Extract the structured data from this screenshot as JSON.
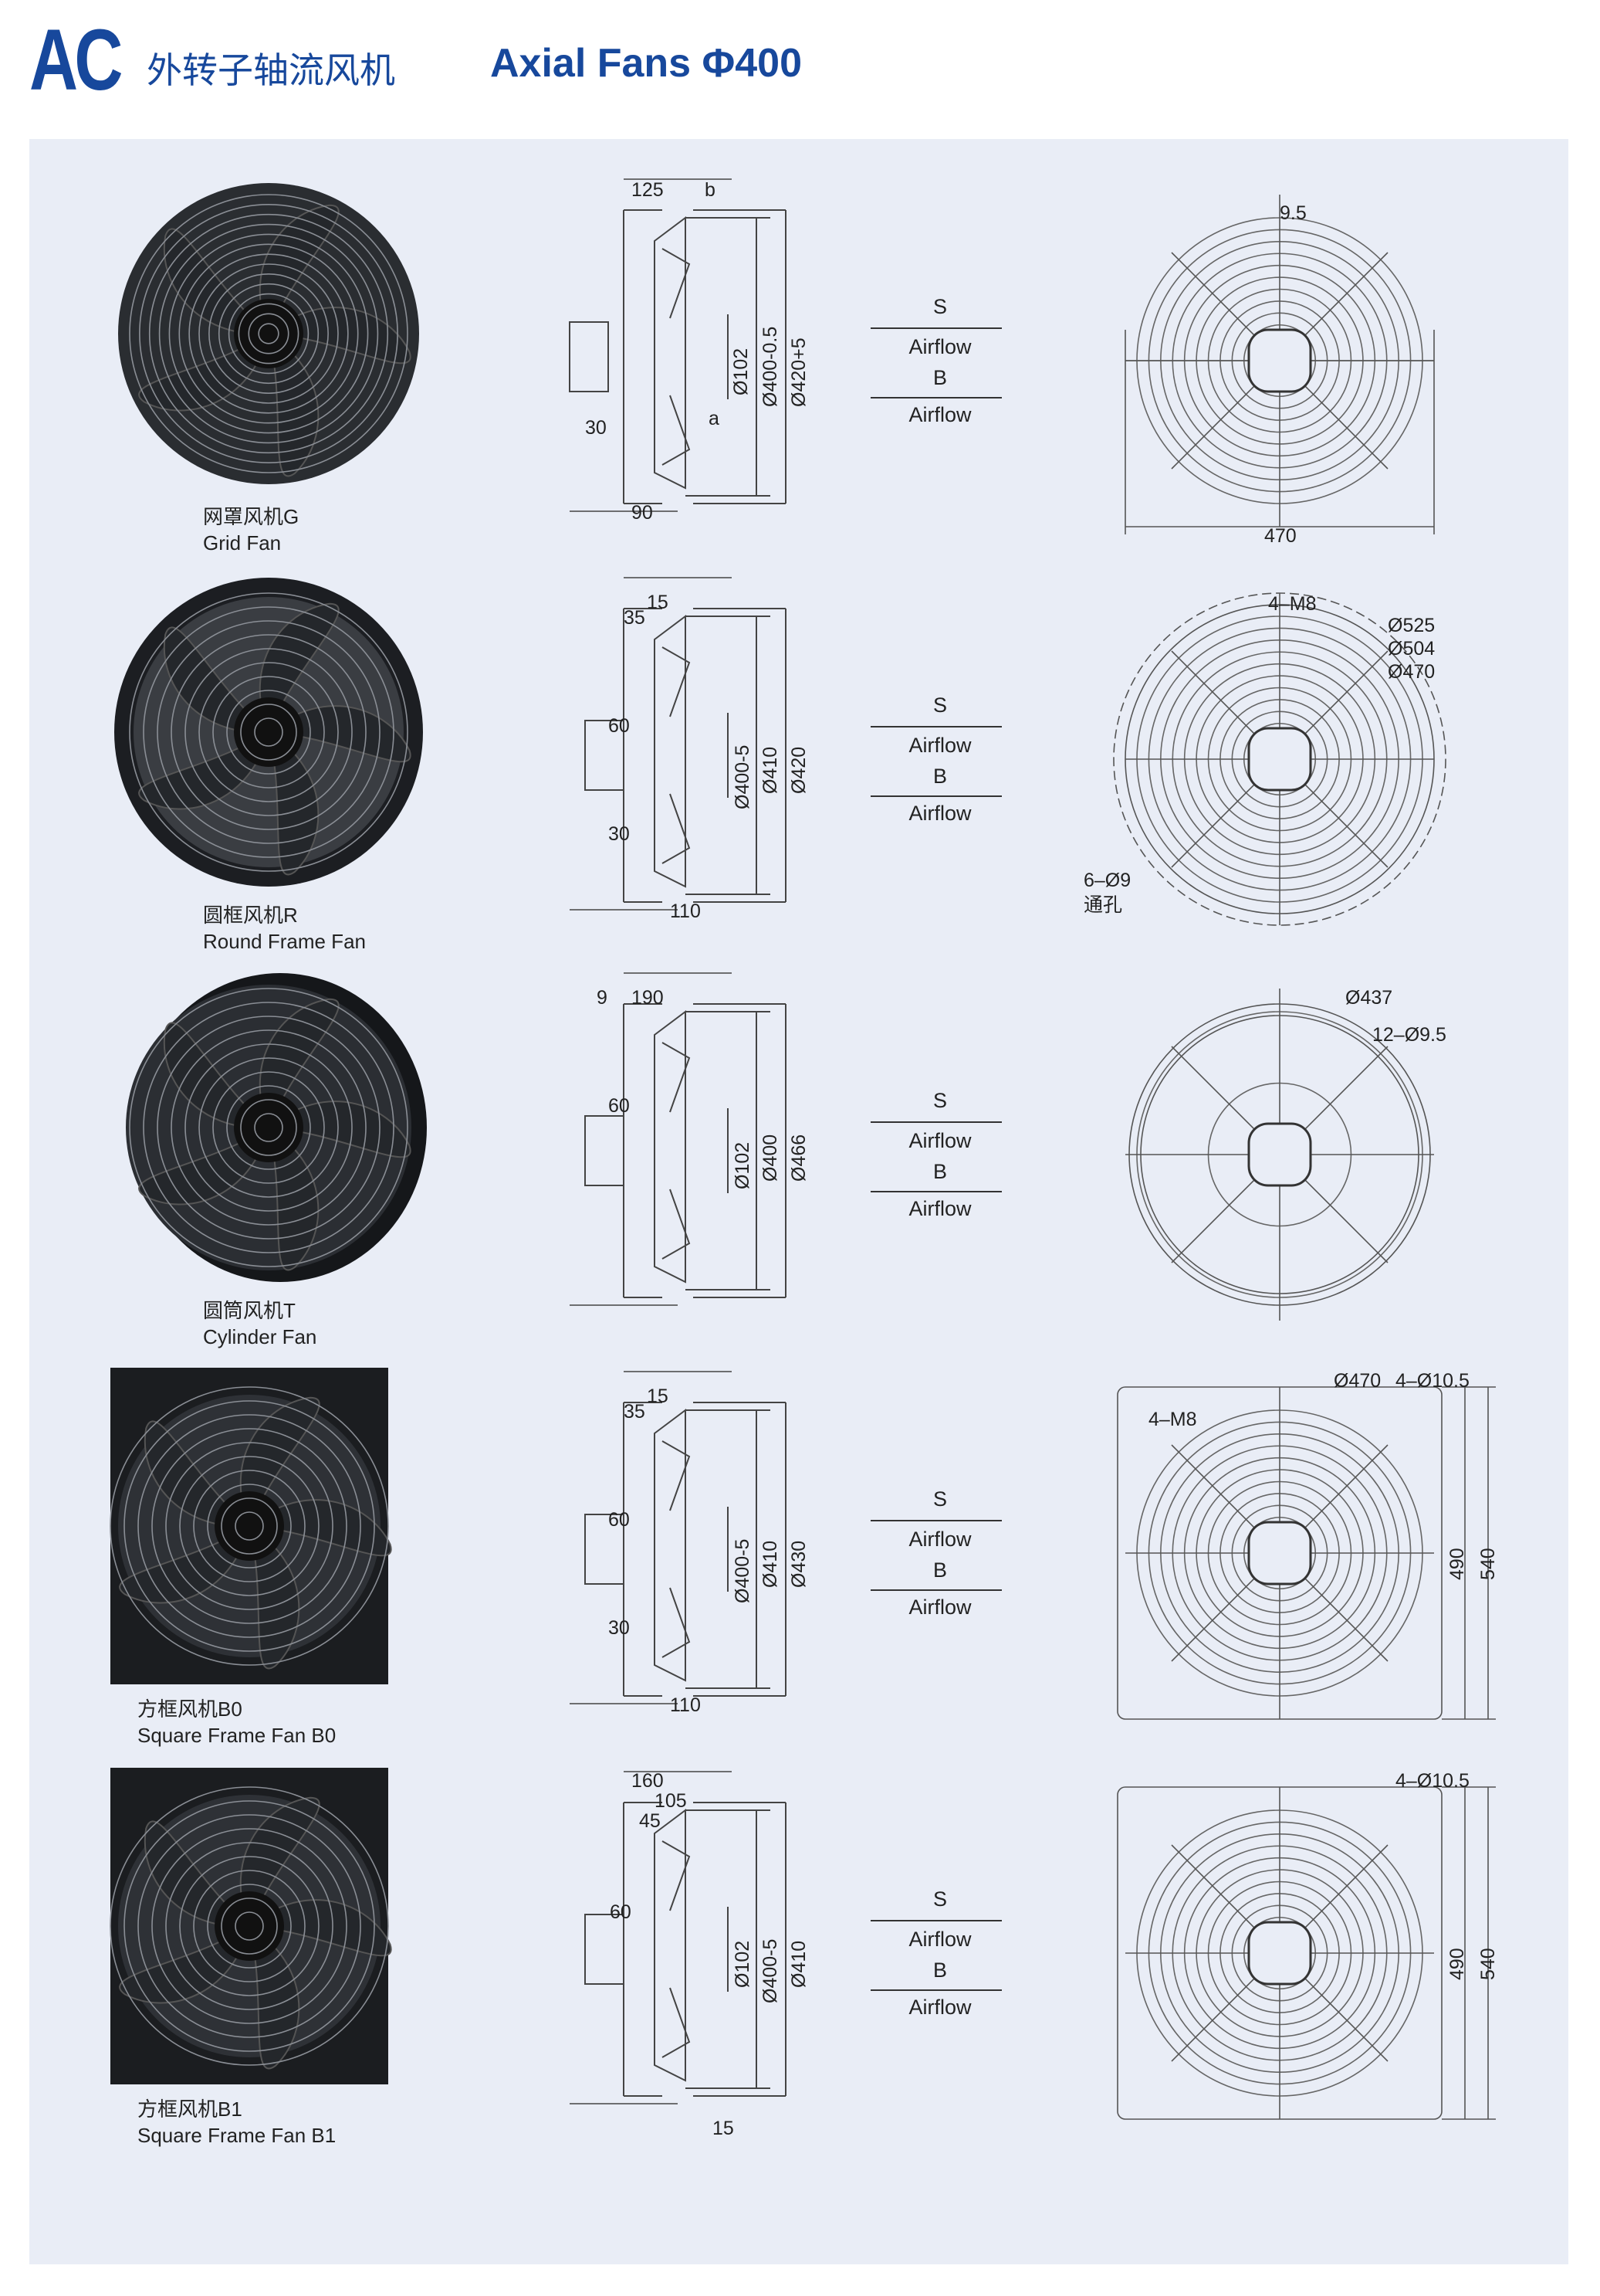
{
  "header": {
    "brand": "AC",
    "title_cn": "外转子轴流风机",
    "title_en": "Axial Fans Φ400"
  },
  "colors": {
    "brand": "#17489c",
    "panel": "#e9edf6"
  },
  "airflow": {
    "s": "S",
    "s_label": "Airflow",
    "b": "B",
    "b_label": "Airflow"
  },
  "rows": [
    {
      "cn": "网罩风机G",
      "en": "Grid Fan",
      "side": [
        "125",
        "b",
        "30",
        "90",
        "a",
        "Ø102",
        "Ø400-0.5",
        "Ø420+5"
      ],
      "front": [
        "9.5",
        "470"
      ]
    },
    {
      "cn": "圆框风机R",
      "en": "Round Frame Fan",
      "side": [
        "15",
        "35",
        "60",
        "30",
        "110",
        "Ø400-5",
        "Ø410",
        "Ø420"
      ],
      "front": [
        "4–M8",
        "Ø525",
        "Ø504",
        "Ø470",
        "6–Ø9",
        "通孔"
      ]
    },
    {
      "cn": "圆筒风机T",
      "en": "Cylinder Fan",
      "side": [
        "9",
        "190",
        "60",
        "Ø102",
        "Ø400",
        "Ø466"
      ],
      "front": [
        "Ø437",
        "12–Ø9.5"
      ]
    },
    {
      "cn": "方框风机B0",
      "en": "Square Frame Fan B0",
      "side": [
        "15",
        "35",
        "60",
        "30",
        "110",
        "Ø400-5",
        "Ø410",
        "Ø430"
      ],
      "front": [
        "Ø470",
        "4–Ø10.5",
        "4–M8",
        "490",
        "540"
      ]
    },
    {
      "cn": "方框风机B1",
      "en": "Square Frame Fan B1",
      "side": [
        "160",
        "105",
        "45",
        "60",
        "15",
        "Ø102",
        "Ø400-5",
        "Ø410"
      ],
      "front": [
        "4–Ø10.5",
        "490",
        "540"
      ]
    }
  ]
}
